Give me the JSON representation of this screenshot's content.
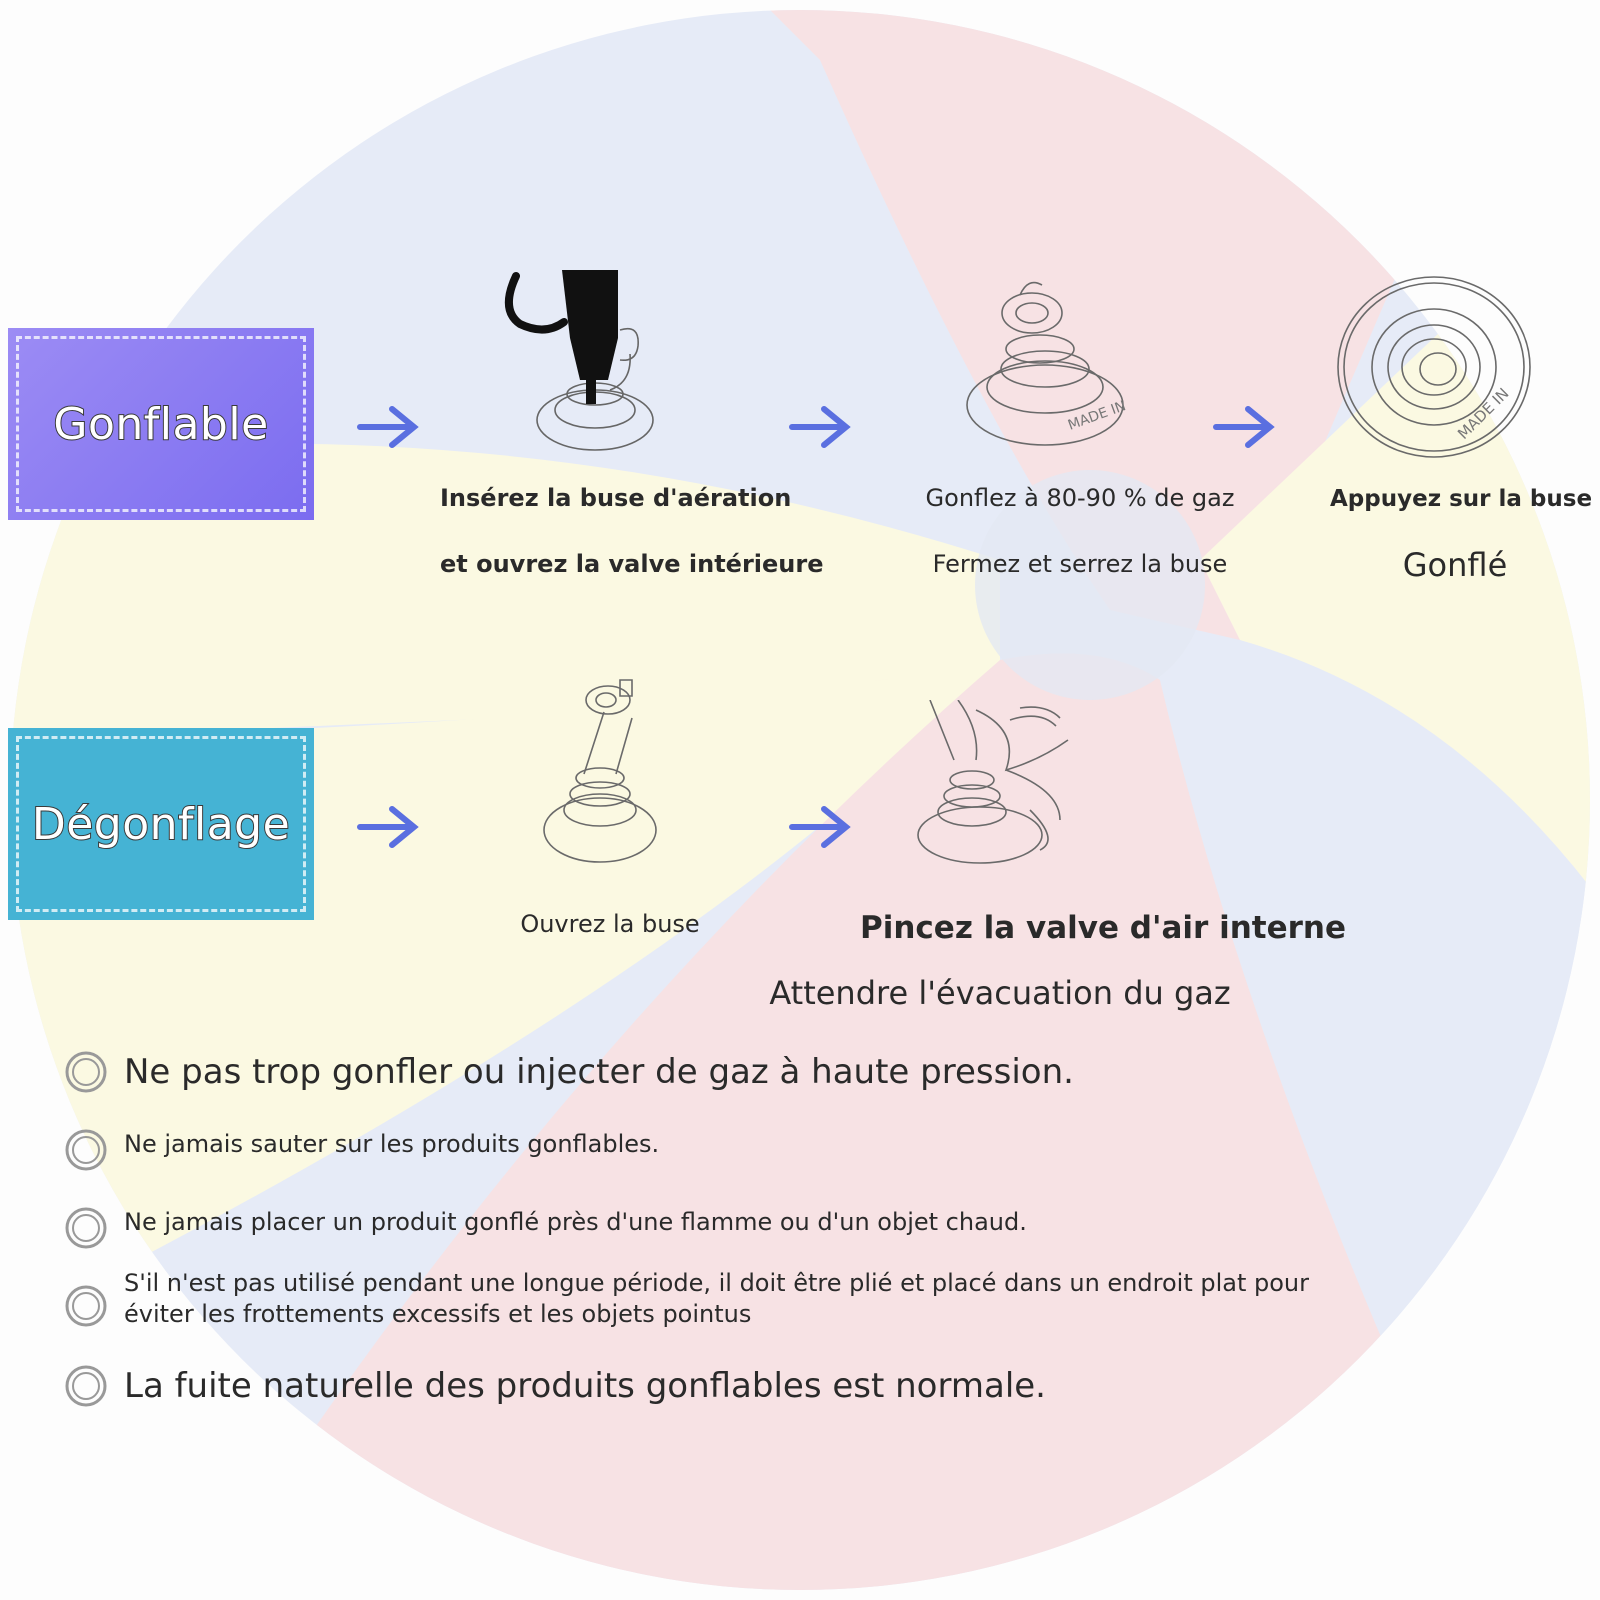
{
  "colors": {
    "ball_blue": "#e6ebf7",
    "ball_red": "#f7e2e4",
    "ball_yellow": "#fbf9e2",
    "inflate_box": "#8a7cf2",
    "deflate_box": "#45b3d4",
    "arrow": "#5a6fe0",
    "text": "#2a2a2a"
  },
  "inflate": {
    "label": "Gonflable",
    "steps": [
      {
        "icon": "pump-nozzle-icon",
        "line1": "Insérez la buse d'aération",
        "line2": "et ouvrez la valve intérieure"
      },
      {
        "icon": "open-valve-icon",
        "line1": "Gonflez à 80-90 % de gaz",
        "line2": "Fermez et serrez la buse"
      },
      {
        "icon": "closed-valve-icon",
        "line1": "Appuyez sur la buse",
        "line2": "Gonflé"
      }
    ]
  },
  "deflate": {
    "label": "Dégonflage",
    "steps": [
      {
        "icon": "open-nozzle-icon",
        "line1": "Ouvrez la buse"
      },
      {
        "icon": "pinch-valve-hand-icon",
        "line1": "Pincez la valve d'air interne",
        "line2": "Attendre l'évacuation du gaz"
      }
    ]
  },
  "notes": [
    "Ne pas trop gonfler ou injecter de gaz à haute pression.",
    "Ne jamais sauter sur les produits gonflables.",
    "Ne jamais placer un produit gonflé près d'une flamme ou d'un objet chaud.",
    "S'il n'est pas utilisé pendant une longue période, il doit être plié et placé dans un endroit plat pour éviter les frottements excessifs et les objets pointus",
    "La fuite naturelle des produits gonflables est normale."
  ],
  "valve_stamp": "MADE IN"
}
